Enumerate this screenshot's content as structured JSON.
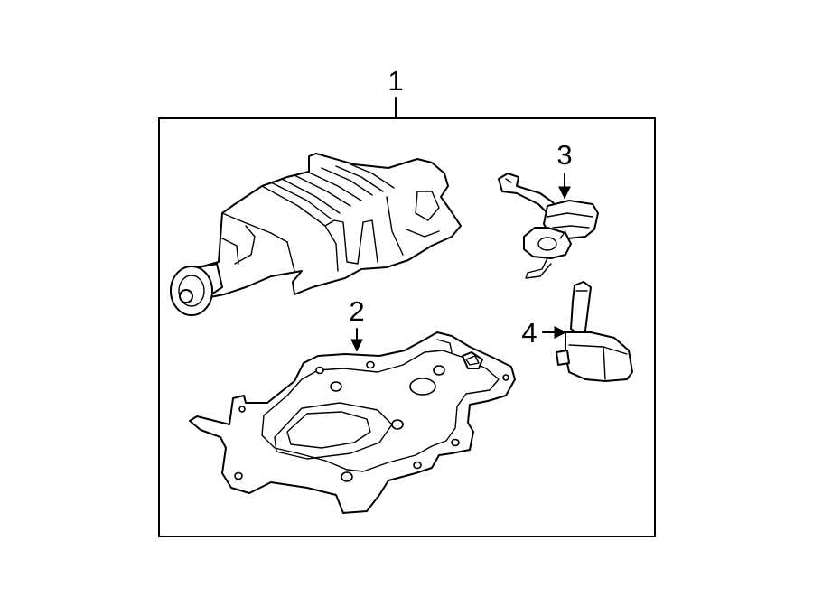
{
  "diagram": {
    "callouts": [
      {
        "id": "1",
        "label": "1",
        "part": "supercharger-assembly"
      },
      {
        "id": "2",
        "label": "2",
        "part": "mounting-plate"
      },
      {
        "id": "3",
        "label": "3",
        "part": "actuator-with-bracket"
      },
      {
        "id": "4",
        "label": "4",
        "part": "sensor"
      }
    ]
  }
}
